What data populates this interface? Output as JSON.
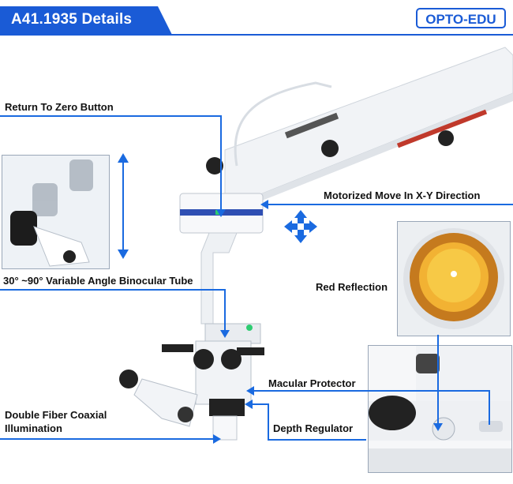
{
  "header": {
    "title": "A41.1935 Details"
  },
  "logo": {
    "text": "OPTO-EDU"
  },
  "labels": {
    "return_to_zero": "Return To Zero Button",
    "motorized_move": "Motorized Move In X-Y Direction",
    "angle_binocular": "30° ~90° Variable Angle Binocular Tube",
    "red_reflection": "Red Reflection",
    "macular_protector": "Macular Protector",
    "double_fiber_line1": "Double Fiber Coaxial",
    "double_fiber_line2": "Illumination",
    "depth_regulator": "Depth Regulator"
  },
  "colors": {
    "accent": "#1a5bd6",
    "line": "#1a6ae0"
  }
}
